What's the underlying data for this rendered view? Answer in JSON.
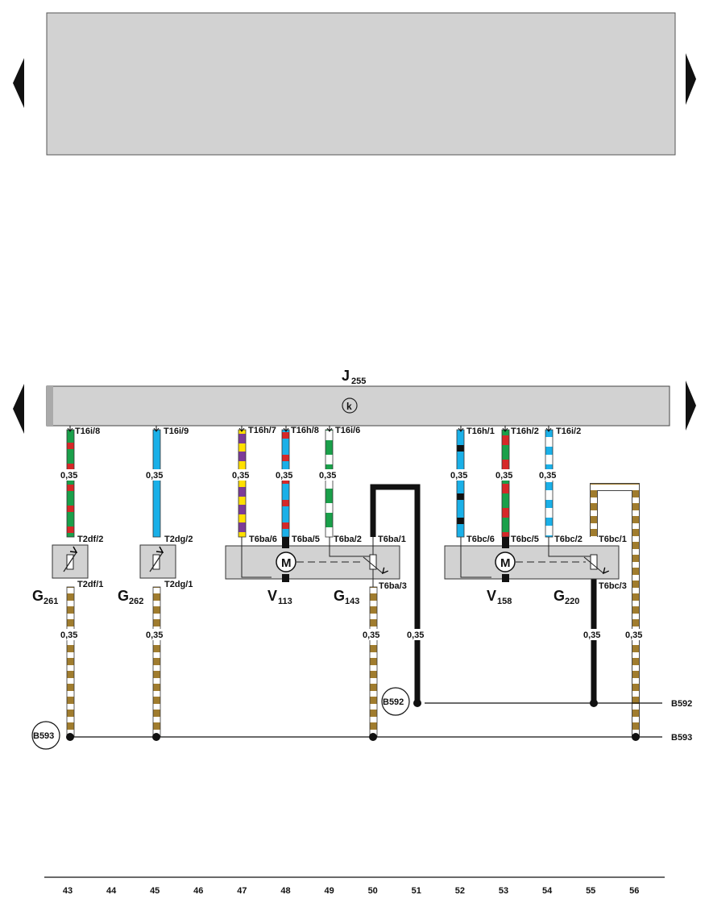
{
  "nav": {
    "left_arrow_icon": "arrow-left-icon",
    "right_arrow_icon": "arrow-right-icon"
  },
  "control_unit": {
    "label_main": "J",
    "label_sub": "255",
    "symbol": "k"
  },
  "components": {
    "g261": {
      "main": "G",
      "sub": "261"
    },
    "g262": {
      "main": "G",
      "sub": "262"
    },
    "v113": {
      "main": "V",
      "sub": "113"
    },
    "g143": {
      "main": "G",
      "sub": "143"
    },
    "v158": {
      "main": "V",
      "sub": "158"
    },
    "g220": {
      "main": "G",
      "sub": "220"
    },
    "motor_symbol": "M"
  },
  "pins": {
    "p1": "T16i/8",
    "p2": "T16i/9",
    "p3": "T16h/7",
    "p4": "T16h/8",
    "p5": "T16i/6",
    "p6": "T16h/1",
    "p7": "T16h/2",
    "p8": "T16i/2",
    "p9": "T2df/2",
    "p10": "T2df/1",
    "p11": "T2dg/2",
    "p12": "T2dg/1",
    "p13": "T6ba/6",
    "p14": "T6ba/5",
    "p15": "T6ba/2",
    "p16": "T6ba/1",
    "p17": "T6ba/3",
    "p18": "T6bc/6",
    "p19": "T6bc/5",
    "p20": "T6bc/2",
    "p21": "T6bc/1",
    "p22": "T6bc/3"
  },
  "gauges": {
    "g1": "0,35",
    "g2": "0,35",
    "g3": "0,35",
    "g4": "0,35",
    "g5": "0,35",
    "g6": "0,35",
    "g7": "0,35",
    "g8": "0,35",
    "g9": "0,35",
    "g10": "0,35",
    "g11": "0,35",
    "g12": "0,35",
    "g13": "0,35",
    "g14": "0,35"
  },
  "grounds": {
    "b592_circle": "B592",
    "b593_circle": "B593",
    "b592_right": "B592",
    "b593_right": "B593"
  },
  "columns": [
    "43",
    "44",
    "45",
    "46",
    "47",
    "48",
    "49",
    "50",
    "51",
    "52",
    "53",
    "54",
    "55",
    "56"
  ],
  "colors": {
    "brown": "#a07c2e",
    "red": "#d62828",
    "green": "#1aa04a",
    "blue": "#1ab0e8",
    "yellow": "#ffe000",
    "violet": "#7d3c98",
    "black": "#111111",
    "gray": "#d2d2d2"
  }
}
